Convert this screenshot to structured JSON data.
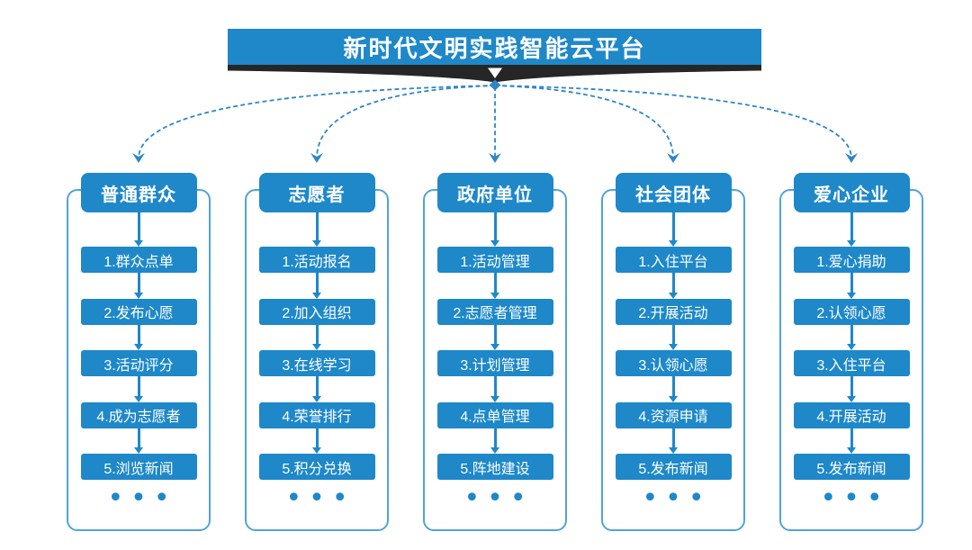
{
  "banner": {
    "title": "新时代文明实践智能云平台"
  },
  "ellipsis": "•••",
  "columns": [
    {
      "header": "普通群众",
      "steps": [
        "1.群众点单",
        "2.发布心愿",
        "3.活动评分",
        "4.成为志愿者",
        "5.浏览新闻"
      ]
    },
    {
      "header": "志愿者",
      "steps": [
        "1.活动报名",
        "2.加入组织",
        "3.在线学习",
        "4.荣誉排行",
        "5.积分兑换"
      ]
    },
    {
      "header": "政府单位",
      "steps": [
        "1.活动管理",
        "2.志愿者管理",
        "3.计划管理",
        "4.点单管理",
        "5.阵地建设"
      ]
    },
    {
      "header": "社会团体",
      "steps": [
        "1.入住平台",
        "2.开展活动",
        "3.认领心愿",
        "4.资源申请",
        "5.发布新闻"
      ]
    },
    {
      "header": "爱心企业",
      "steps": [
        "1.爱心捐助",
        "2.认领心愿",
        "3.入住平台",
        "4.开展活动",
        "5.发布新闻"
      ]
    }
  ],
  "colors": {
    "accent": "#1E88C9",
    "border": "#52A3D8",
    "connector": "#2F86C6",
    "funnel": "#262626"
  }
}
